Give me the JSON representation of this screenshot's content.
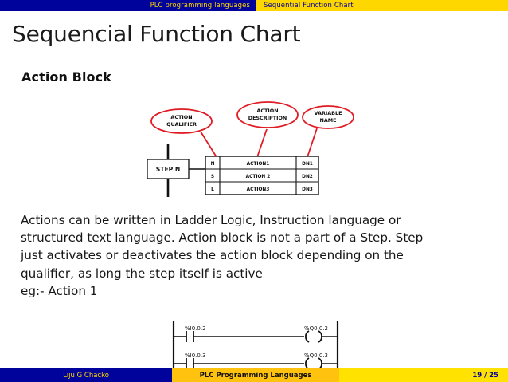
{
  "header": {
    "left_label": "PLC programming languages",
    "right_label": "Sequential Function Chart"
  },
  "slide": {
    "title": "Sequencial Function Chart",
    "section_heading": "Action Block",
    "body_lines": [
      "Actions can be written in Ladder Logic, Instruction language or",
      "structured text language.  Action block is not a part of a Step.  Step",
      "just activates or deactivates the action block depending on the",
      "qualifier, as long the step itself is active",
      "eg:- Action 1"
    ]
  },
  "figure": {
    "callouts": [
      {
        "id": "action-qualifier",
        "line1": "ACTION",
        "line2": "QUALIFIER"
      },
      {
        "id": "action-description",
        "line1": "ACTION",
        "line2": "DESCRIPTION"
      },
      {
        "id": "variable-name",
        "line1": "VARIABLE",
        "line2": "NAME"
      }
    ],
    "step_label": "STEP N",
    "table_rows": [
      {
        "qualifier": "N",
        "description": "ACTION1",
        "variable": "DN1"
      },
      {
        "qualifier": "S",
        "description": "ACTION 2",
        "variable": "DN2"
      },
      {
        "qualifier": "L",
        "description": "ACTION3",
        "variable": "DN3"
      }
    ],
    "callout_color": "#e01b24",
    "line_color": "#111111"
  },
  "ladder": {
    "rungs": [
      {
        "contact": "%I0.0.2",
        "coil": "%Q0.0.2"
      },
      {
        "contact": "%I0.0.3",
        "coil": "%Q0.0.3"
      }
    ]
  },
  "footer": {
    "author": "Liju G Chacko",
    "subject": "PLC Programming Languages",
    "page": "19 / 25"
  }
}
